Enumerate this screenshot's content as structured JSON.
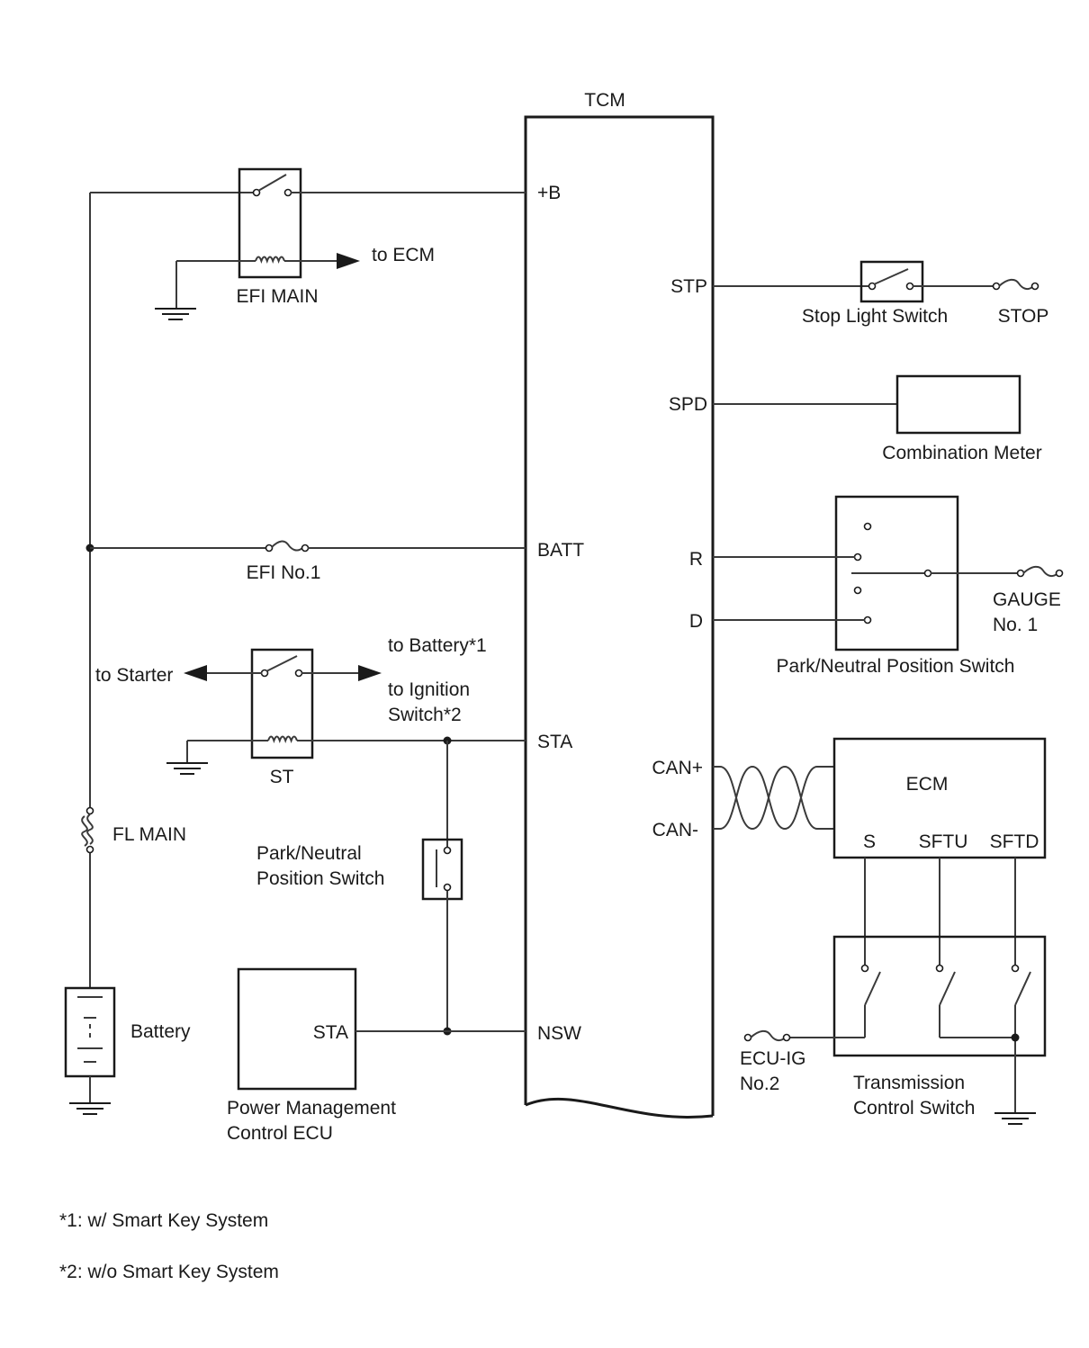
{
  "tcm": {
    "title": "TCM",
    "pins": {
      "plus_b": "+B",
      "batt": "BATT",
      "sta": "STA",
      "nsw": "NSW",
      "stp": "STP",
      "spd": "SPD",
      "r": "R",
      "d": "D",
      "can_plus": "CAN+",
      "can_minus": "CAN-"
    }
  },
  "left": {
    "efi_main": "EFI MAIN",
    "to_ecm": "to ECM",
    "efi_no1": "EFI No.1",
    "to_starter": "to Starter",
    "to_battery": "to Battery*1",
    "to_ignition_1": "to Ignition",
    "to_ignition_2": "Switch*2",
    "st": "ST",
    "fl_main": "FL MAIN",
    "pn_switch_1": "Park/Neutral",
    "pn_switch_2": "Position Switch",
    "battery": "Battery",
    "pm_sta": "STA",
    "pm_ecu_1": "Power Management",
    "pm_ecu_2": "Control ECU"
  },
  "right": {
    "stop_light_switch": "Stop Light Switch",
    "stop": "STOP",
    "combination_meter": "Combination Meter",
    "gauge_1": "GAUGE",
    "gauge_2": "No. 1",
    "pn_position_switch": "Park/Neutral Position Switch",
    "ecm": "ECM",
    "ecm_s": "S",
    "ecm_sftu": "SFTU",
    "ecm_sftd": "SFTD",
    "ecu_ig_1": "ECU-IG",
    "ecu_ig_2": "No.2",
    "tcs_1": "Transmission",
    "tcs_2": "Control Switch"
  },
  "notes": {
    "note1": "*1: w/ Smart Key System",
    "note2": "*2: w/o Smart Key System"
  }
}
